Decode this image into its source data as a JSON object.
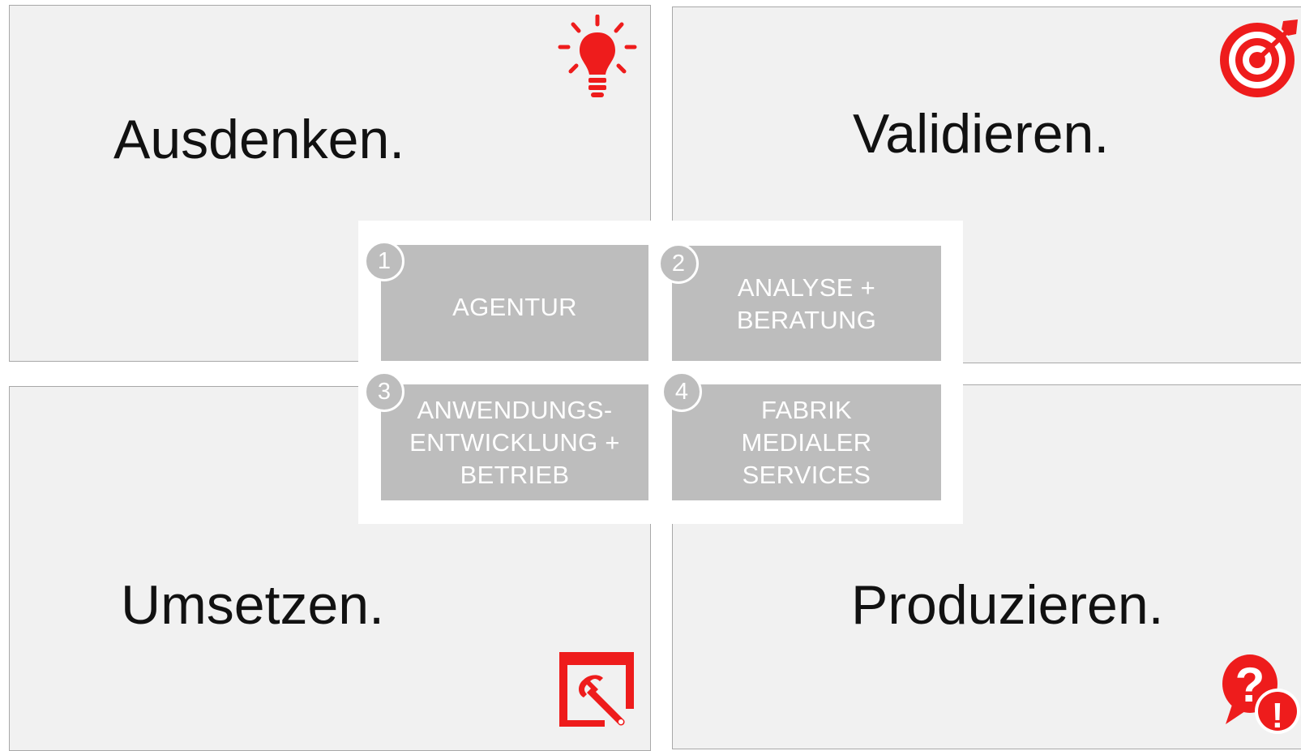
{
  "quadrants": [
    {
      "title": "Ausdenken.",
      "icon": "lightbulb-icon"
    },
    {
      "title": "Validieren.",
      "icon": "target-icon"
    },
    {
      "title": "Umsetzen.",
      "icon": "wrench-window-icon"
    },
    {
      "title": "Produzieren.",
      "icon": "question-exclamation-icon"
    }
  ],
  "services": [
    {
      "number": "1",
      "label": "AGENTUR"
    },
    {
      "number": "2",
      "label": "ANALYSE +\nBERATUNG"
    },
    {
      "number": "3",
      "label": "ANWENDUNGS-\nENTWICKLUNG +\nBETRIEB"
    },
    {
      "number": "4",
      "label": "FABRIK\nMEDIALER\nSERVICES"
    }
  ],
  "colors": {
    "accent_red": "#ee1c1c",
    "quadrant_bg": "#f1f1f1",
    "service_box": "#bdbdbd",
    "title_text": "#111111"
  }
}
